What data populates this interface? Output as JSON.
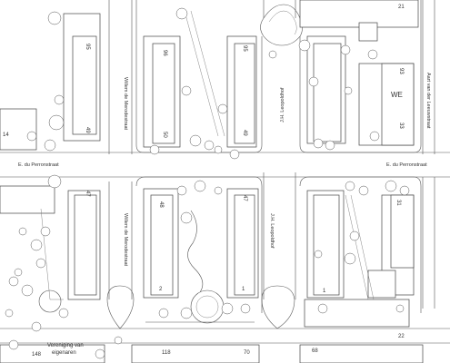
{
  "streets": {
    "willem_left": "Willem de Merodestraat",
    "willem_right": "Willem de Merodestraat",
    "perron_left": "E. du Perronstraat",
    "perron_right": "E. du Perronstraat",
    "leopold_top": "J.H. Leopoldhof",
    "leopold_bottom": "J.H. Leopoldhof",
    "leeuwstraat": "Aart van der Leeuwstraat"
  },
  "labels": {
    "house_numbers": {
      "n21": "21",
      "n95": "95",
      "n49": "49",
      "n96": "96",
      "n50": "50",
      "n95b": "95",
      "n49b": "49",
      "n93": "93",
      "n33": "33",
      "n14": "14",
      "n47": "47",
      "n48": "48",
      "n2": "2",
      "n1": "1",
      "n47b": "47",
      "n1b": "1",
      "n31": "31",
      "n118": "118",
      "n70": "70",
      "n68": "68",
      "n22": "22",
      "n148": "148"
    },
    "we": "WE",
    "vereniging": "Vereniging van",
    "eigenaren": "eigenaren"
  }
}
